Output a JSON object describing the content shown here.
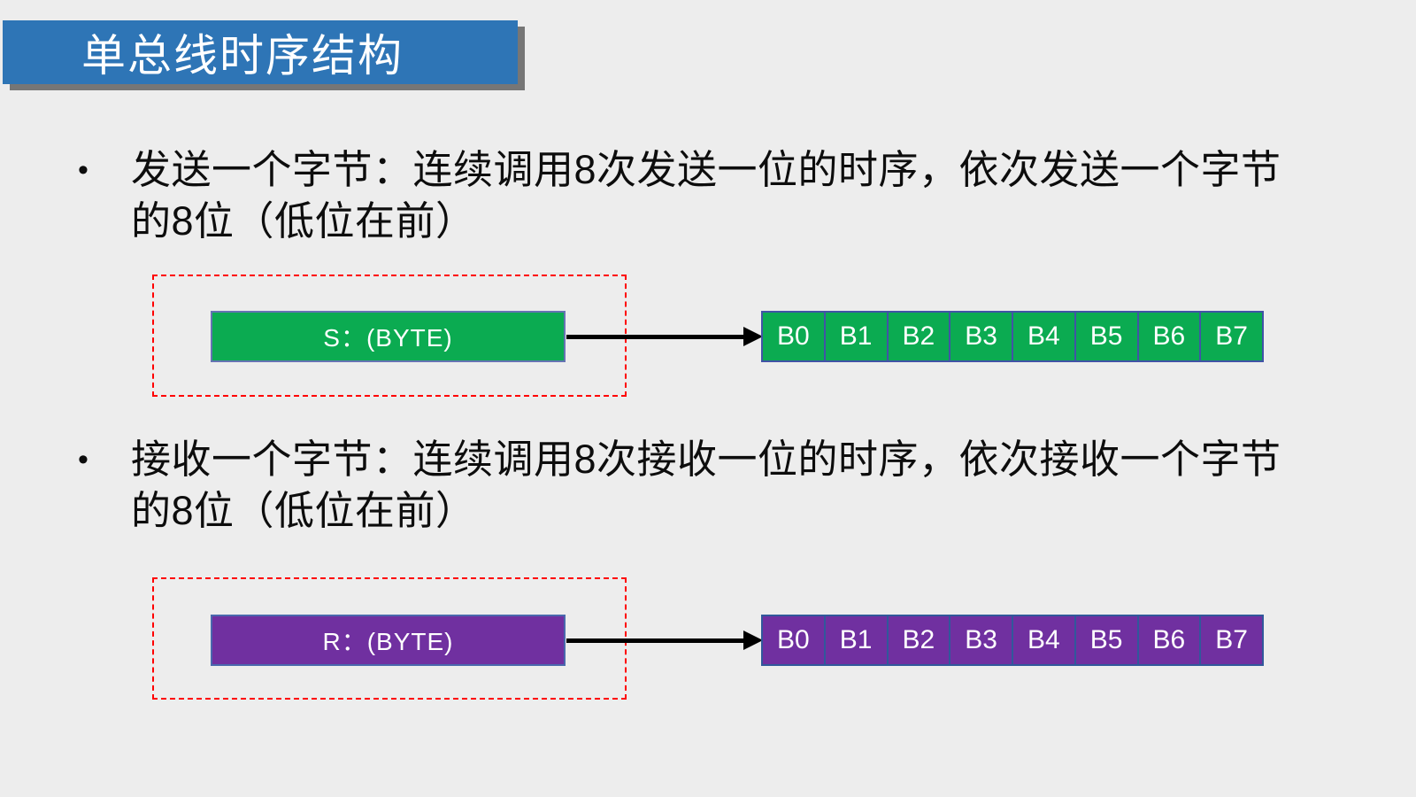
{
  "slide": {
    "background_color": "#EDEDED",
    "title": {
      "text": "单总线时序结构",
      "bg_color": "#2E75B6",
      "text_color": "#FFFFFF"
    },
    "bullets": [
      {
        "marker": "•",
        "text": "发送一个字节：连续调用8次发送一位的时序，依次发送一个字节的8位（低位在前）"
      },
      {
        "marker": "•",
        "text": "接收一个字节：连续调用8次接收一位的时序，依次接收一个字节的8位（低位在前）"
      }
    ],
    "diagrams": [
      {
        "name": "send-byte",
        "source_label": "S：(BYTE)",
        "fill_color": "#0BAB51",
        "box_border_color": "#6673B3",
        "cell_border_color": "#4153A6",
        "dashed_outline_color": "#FF0000",
        "arrow_color": "#000000",
        "cells": [
          "B0",
          "B1",
          "B2",
          "B3",
          "B4",
          "B5",
          "B6",
          "B7"
        ]
      },
      {
        "name": "receive-byte",
        "source_label": "R：(BYTE)",
        "fill_color": "#7030A0",
        "box_border_color": "#4A68AD",
        "cell_border_color": "#31589B",
        "dashed_outline_color": "#FF0000",
        "arrow_color": "#000000",
        "cells": [
          "B0",
          "B1",
          "B2",
          "B3",
          "B4",
          "B5",
          "B6",
          "B7"
        ]
      }
    ]
  }
}
